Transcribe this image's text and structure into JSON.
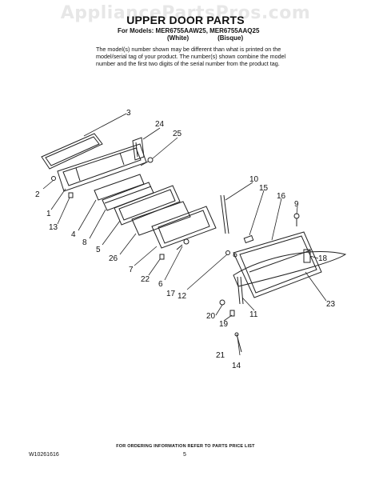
{
  "watermark": "AppliancePartsPros.com",
  "title": "UPPER DOOR PARTS",
  "models_line": "For Models: MER6755AAW25, MER6755AAQ25",
  "variant_white": "(White)",
  "variant_bisque": "(Bisque)",
  "note": "The model(s) number shown may be different than what is printed on the model/serial tag of your product. The number(s) shown combine the model number and the first two digits of the serial number from the product tag.",
  "callouts": [
    "3",
    "24",
    "25",
    "2",
    "1",
    "13",
    "4",
    "8",
    "5",
    "26",
    "7",
    "22",
    "6",
    "10",
    "15",
    "16",
    "9",
    "18",
    "17",
    "12",
    "23",
    "20",
    "19",
    "11",
    "21",
    "14"
  ],
  "footer": "FOR ORDERING INFORMATION REFER TO PARTS PRICE LIST",
  "doc_number": "W10261616",
  "page_number": "5"
}
